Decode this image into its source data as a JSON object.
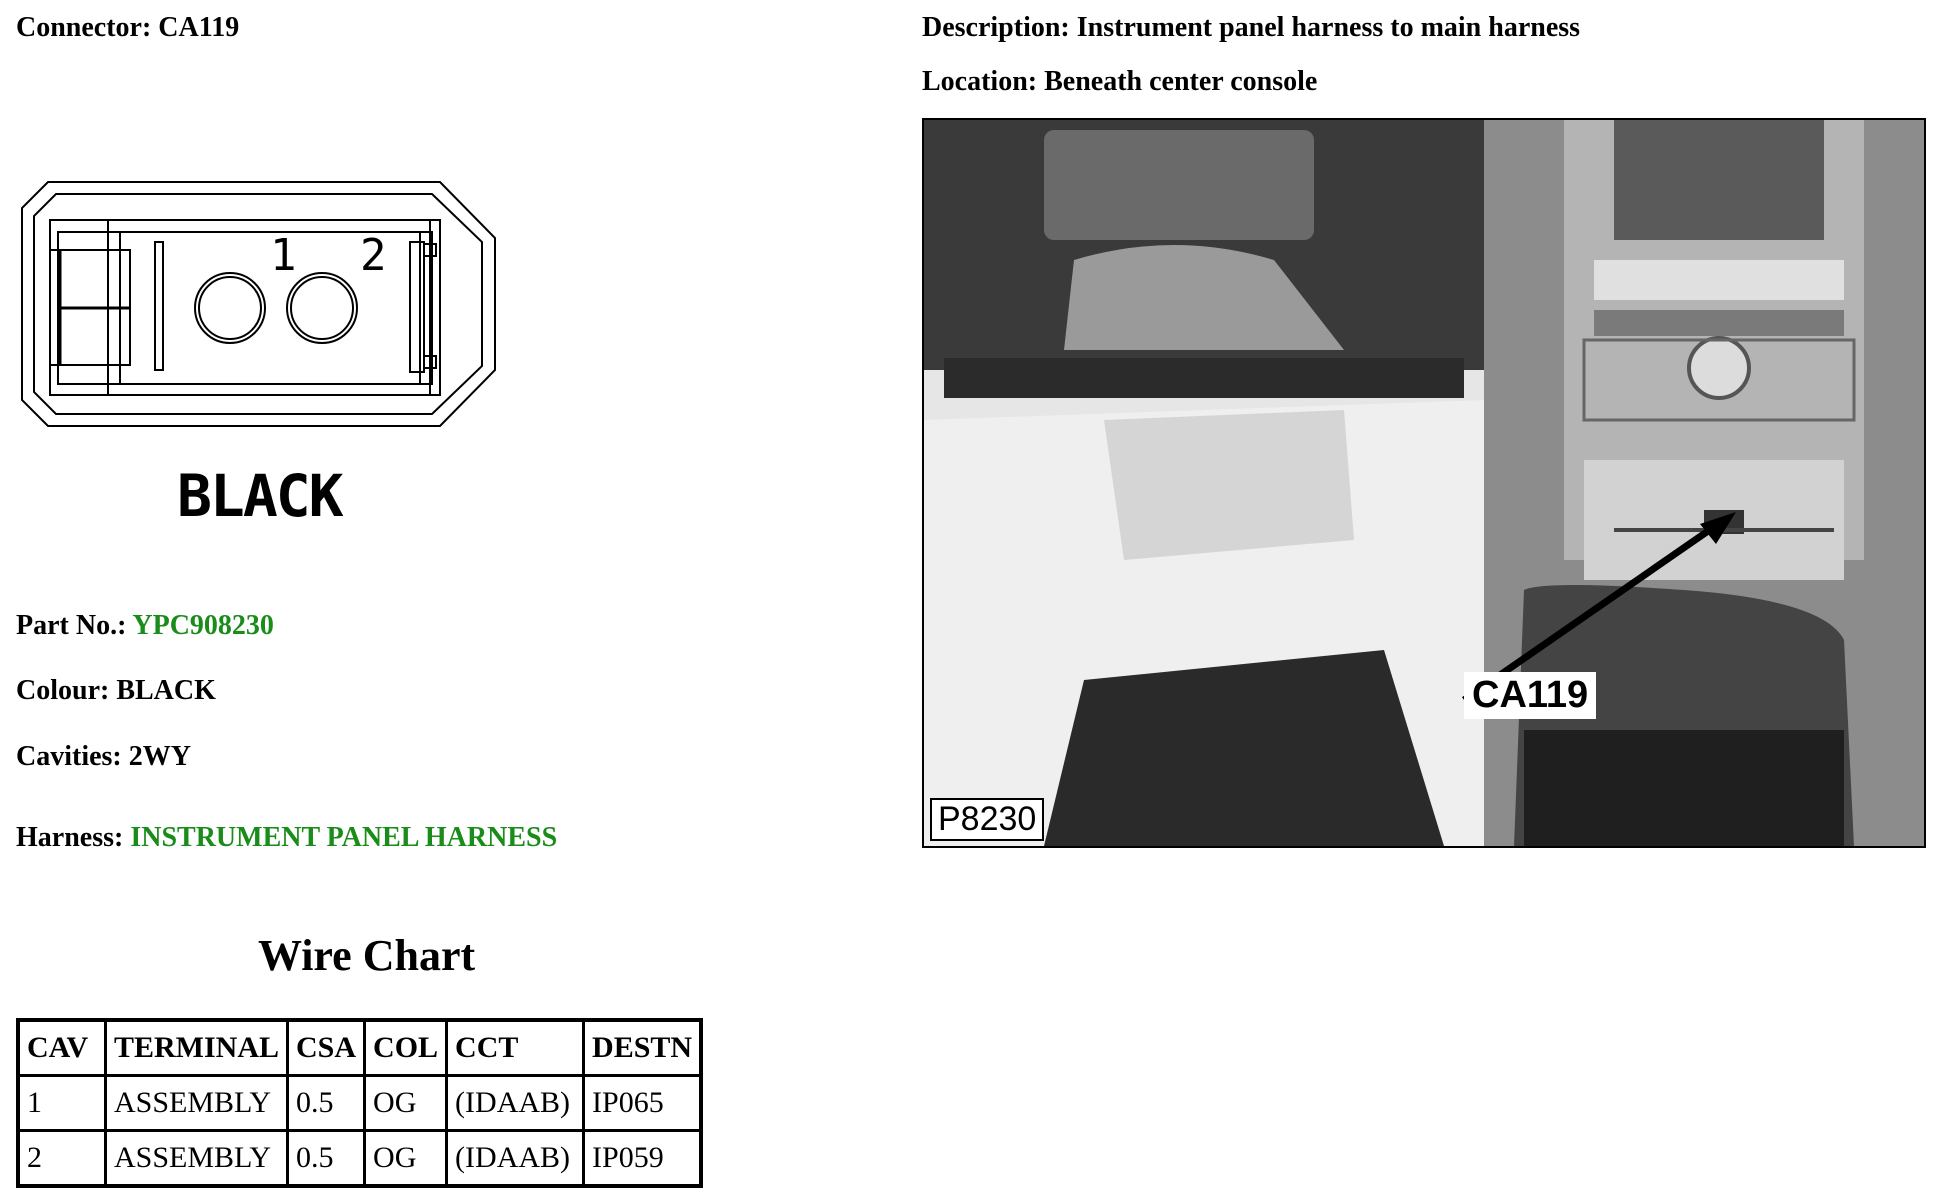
{
  "connector": {
    "label": "Connector:",
    "value": "CA119"
  },
  "description": {
    "label": "Description:",
    "value": "Instrument panel harness to main harness"
  },
  "location": {
    "label": "Location:",
    "value": "Beneath center console"
  },
  "diagram": {
    "pin1": "1",
    "pin2": "2",
    "colour_text": "BLACK"
  },
  "part_no": {
    "label": "Part No.:",
    "value": "YPC908230"
  },
  "colour": {
    "label": "Colour:",
    "value": "BLACK"
  },
  "cavities": {
    "label": "Cavities:",
    "value": "2WY"
  },
  "harness": {
    "label": "Harness:",
    "value": "INSTRUMENT PANEL HARNESS"
  },
  "wire_chart": {
    "title": "Wire Chart",
    "headers": [
      "CAV",
      "TERMINAL",
      "CSA",
      "COL",
      "CCT",
      "DESTN"
    ],
    "rows": [
      [
        "1",
        "ASSEMBLY",
        "0.5",
        "OG",
        "(IDAAB)",
        "IP065"
      ],
      [
        "2",
        "ASSEMBLY",
        "0.5",
        "OG",
        "(IDAAB)",
        "IP059"
      ]
    ]
  },
  "photo": {
    "callout": "CA119",
    "reference": "P8230"
  },
  "colors": {
    "link_green": "#1a8c1a"
  }
}
